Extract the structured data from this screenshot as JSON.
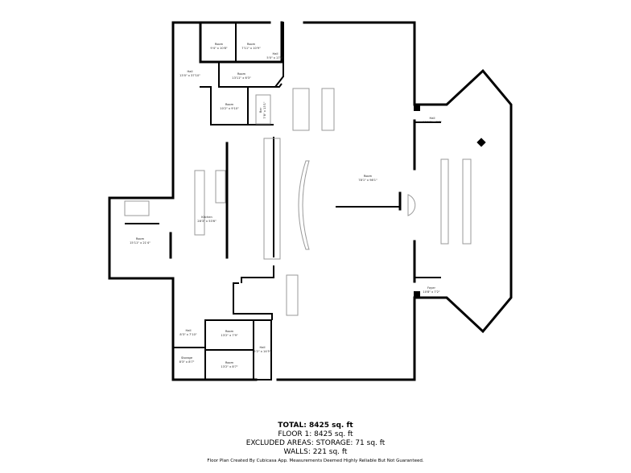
{
  "rooms": [
    {
      "name": "Room",
      "size": "9'4\" x 10'8\""
    },
    {
      "name": "Room",
      "size": "7'11\" x 10'9\""
    },
    {
      "name": "Hall",
      "size": "5'0\" x 17'8\""
    },
    {
      "name": "Hall",
      "size": "13'0\" x 37'10\""
    },
    {
      "name": "Room",
      "size": "13'11\" x 6'3\""
    },
    {
      "name": "Room",
      "size": "10'2\" x 9'10\""
    },
    {
      "name": "Bar",
      "size": "7'8\" x 13'1\""
    },
    {
      "name": "Kitchen",
      "size": "28'3\" x 53'6\""
    },
    {
      "name": "Room",
      "size": "15'11\" x 21'4\""
    },
    {
      "name": "Room",
      "size": "78'1\" x 98'1\""
    },
    {
      "name": "Hall",
      "size": "10'10\" x 7'7\""
    },
    {
      "name": "Foyer",
      "size": "10'8\" x 7'2\""
    },
    {
      "name": "Hall",
      "size": "8'3\" x 7'10\""
    },
    {
      "name": "Storage",
      "size": "8'3\" x 8'7\""
    },
    {
      "name": "Room",
      "size": "13'2\" x 7'9\""
    },
    {
      "name": "Room",
      "size": "13'2\" x 8'7\""
    },
    {
      "name": "Hall",
      "size": "5'2\" x 14'5\""
    }
  ],
  "summary": {
    "total": "TOTAL: 8425 sq. ft",
    "floor": "FLOOR 1: 8425 sq. ft",
    "excluded": "EXCLUDED AREAS: STORAGE: 71 sq. ft",
    "walls": "WALLS: 221 sq. ft"
  },
  "disclaimer": "Floor Plan Created By Cubicasa App. Measurements Deemed Highly Reliable But Not Guaranteed."
}
